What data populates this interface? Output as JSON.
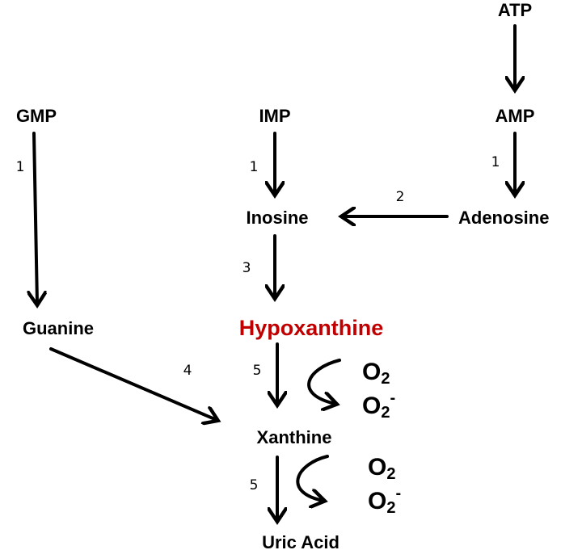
{
  "nodes": {
    "atp": "ATP",
    "amp": "AMP",
    "imp": "IMP",
    "gmp": "GMP",
    "adenosine": "Adenosine",
    "inosine": "Inosine",
    "hypoxanthine": "Hypoxanthine",
    "guanine": "Guanine",
    "xanthine": "Xanthine",
    "uric_acid": "Uric Acid"
  },
  "steps": {
    "gmp_guanine": "1",
    "imp_inosine": "1",
    "amp_adenosine": "1",
    "adenosine_inosine": "2",
    "inosine_hypo": "3",
    "guanine_xanthine": "4",
    "hypo_xanthine": "5",
    "xanthine_uric": "5"
  },
  "oxygen": {
    "o": "O",
    "two": "2",
    "minus": "-"
  },
  "colors": {
    "highlight": "#c00000"
  }
}
